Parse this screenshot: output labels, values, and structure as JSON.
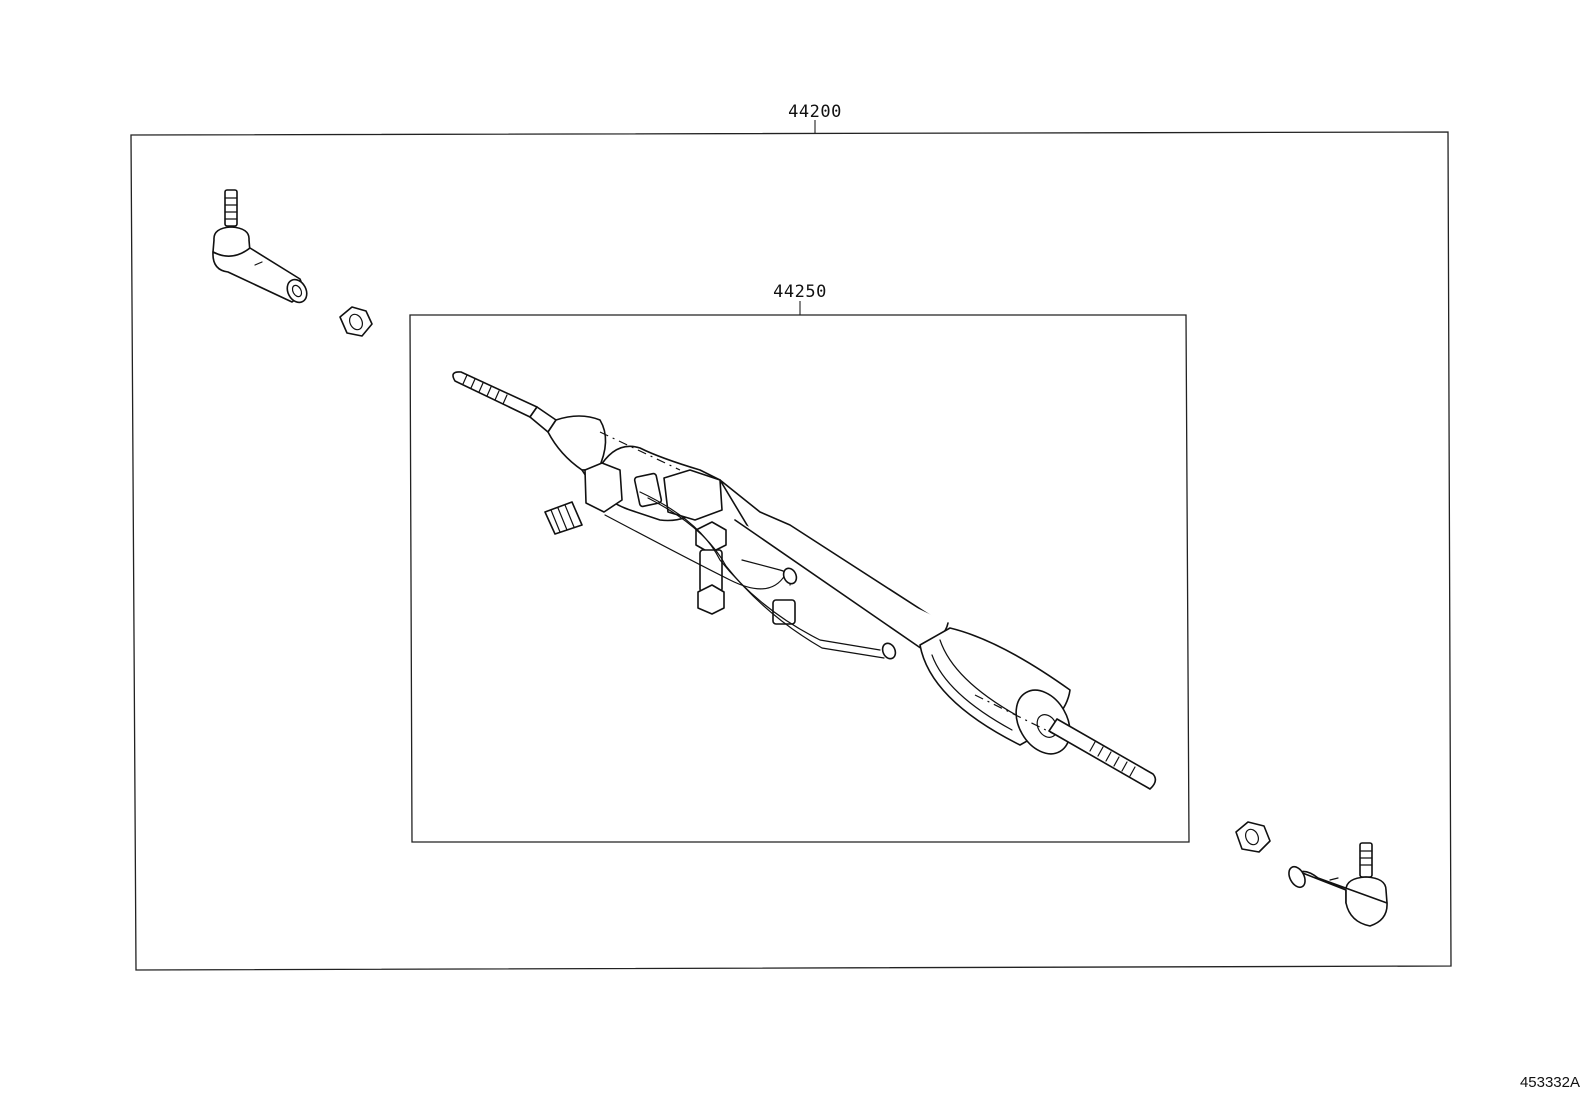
{
  "diagram": {
    "assembly_label": "44200",
    "subassembly_label": "44250",
    "reference_code": "453332A"
  }
}
